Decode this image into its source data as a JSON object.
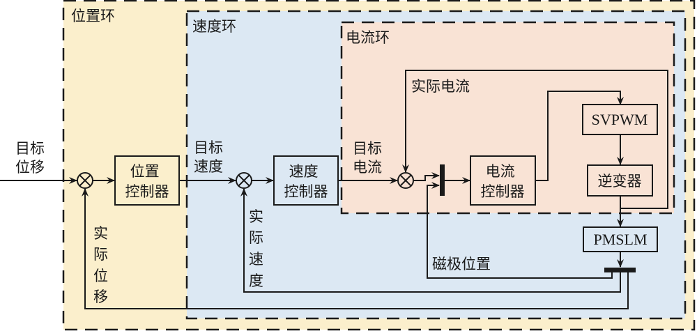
{
  "loops": {
    "position": {
      "title": "位置环",
      "color": "#fbefcc"
    },
    "speed": {
      "title": "速度环",
      "color": "#dce8f3"
    },
    "current": {
      "title": "电流环",
      "color": "#f9e3d5"
    }
  },
  "blocks": {
    "position_controller": [
      "位置",
      "控制器"
    ],
    "speed_controller": [
      "速度",
      "控制器"
    ],
    "current_controller": [
      "电流",
      "控制器"
    ],
    "svpwm": "SVPWM",
    "inverter": "逆变器",
    "pmslm": "PMSLM"
  },
  "signals": {
    "target_position": [
      "目标",
      "位移"
    ],
    "target_speed": [
      "目标",
      "速度"
    ],
    "target_current": [
      "目标",
      "电流"
    ],
    "actual_current": "实际电流",
    "actual_speed": [
      "实",
      "际",
      "速",
      "度"
    ],
    "actual_position": [
      "实",
      "际",
      "位",
      "移"
    ],
    "magnetic_pole_position": "磁极位置"
  }
}
